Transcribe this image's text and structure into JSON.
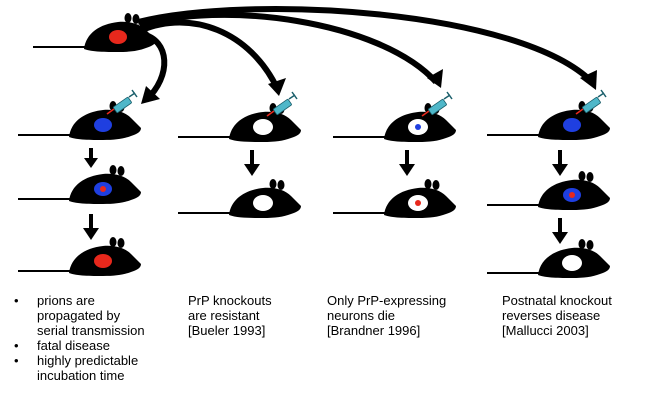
{
  "colors": {
    "mouse_body": "#000000",
    "prion_red": "#e8281c",
    "prpc_blue": "#1f3fe0",
    "knockout_white": "#ffffff",
    "syringe_body": "#4fb7c9",
    "syringe_needle": "#e8281c"
  },
  "icons": {
    "mouse": "mouse-icon",
    "syringe": "syringe-icon",
    "arrow": "arrow-down-icon",
    "curved_arrow": "curved-arrow-icon"
  },
  "columns": [
    {
      "id": "wildtype",
      "bullets": [
        {
          "lines": [
            "prions are",
            "propagated by",
            "serial transmission"
          ]
        },
        {
          "lines": [
            "fatal disease"
          ]
        },
        {
          "lines": [
            "highly predictable",
            "incubation time"
          ]
        }
      ]
    },
    {
      "id": "knockout",
      "caption": [
        "PrP knockouts",
        "are resistant",
        "[Bueler 1993]"
      ]
    },
    {
      "id": "graft",
      "caption": [
        "Only PrP-expressing",
        "neurons die",
        "[Brandner 1996]"
      ]
    },
    {
      "id": "postnatal",
      "caption": [
        "Postnatal knockout",
        "reverses disease",
        "[Mallucci 2003]"
      ]
    }
  ]
}
